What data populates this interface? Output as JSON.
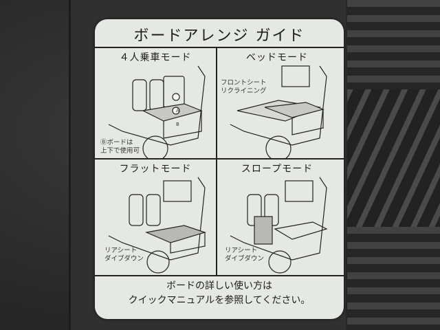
{
  "label": {
    "title": "ボードアレンジ ガイド",
    "panels": [
      {
        "heading": "４人乗車モード",
        "note_line1": "Ⓑボードは",
        "note_line2": "上下で使用可",
        "marker_a": "A",
        "marker_b": "B"
      },
      {
        "heading": "ベッドモード",
        "note_line1": "フロントシート",
        "note_line2": "リクライニング"
      },
      {
        "heading": "フラットモード",
        "note_line1": "リアシート",
        "note_line2": "ダイブダウン"
      },
      {
        "heading": "スロープモード",
        "note_line1": "リアシート",
        "note_line2": "ダイブダウン"
      }
    ],
    "footer_line1": "ボードの詳しい使い方は",
    "footer_line2": "クイックマニュアルを参照してください。"
  }
}
